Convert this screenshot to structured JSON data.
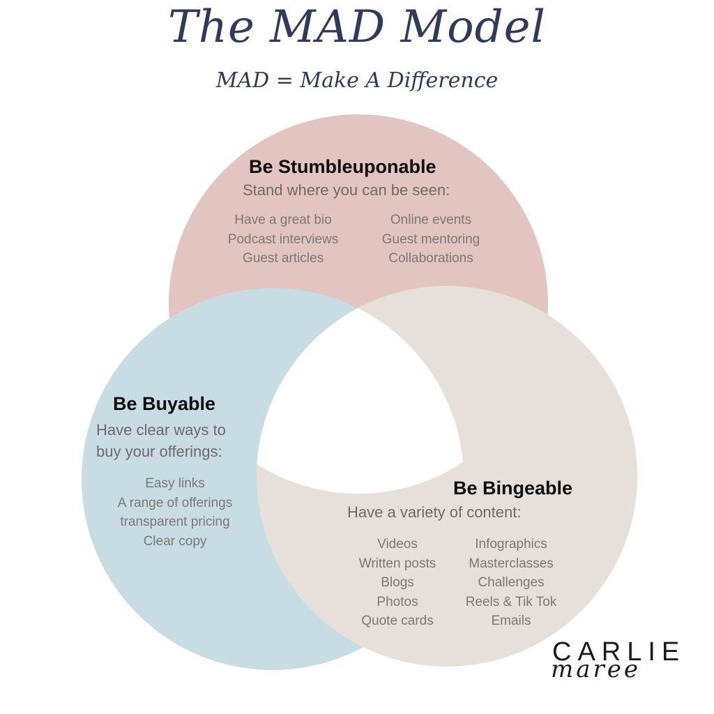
{
  "header": {
    "title": "The MAD Model",
    "subtitle": "MAD = Make A Difference"
  },
  "colors": {
    "stumbleuponable": "#e2c5c1",
    "buyable": "#c8dce3",
    "bingeable": "#e7dfda",
    "center": "#ffffff",
    "title": "#2f3a5c"
  },
  "circles": {
    "stumbleuponable": {
      "heading": "Be Stumbleuponable",
      "subheading": "Stand where you can be seen:",
      "list_left": [
        "Have a great bio",
        "Podcast interviews",
        "Guest articles"
      ],
      "list_right": [
        "Online events",
        "Guest mentoring",
        "Collaborations"
      ]
    },
    "buyable": {
      "heading": "Be Buyable",
      "subheading_line1": "Have clear ways to",
      "subheading_line2": "buy your offerings:",
      "list": [
        "Easy links",
        "A range of offerings",
        "transparent pricing",
        "Clear copy"
      ]
    },
    "bingeable": {
      "heading": "Be Bingeable",
      "subheading": "Have a variety of content:",
      "list_left": [
        "Videos",
        "Written posts",
        "Blogs",
        "Photos",
        "Quote cards"
      ],
      "list_right": [
        "Infographics",
        "Masterclasses",
        "Challenges",
        "Reels & Tik Tok",
        "Emails"
      ]
    }
  },
  "brand": {
    "name_top": "CARLIE",
    "name_bottom": "maree"
  }
}
